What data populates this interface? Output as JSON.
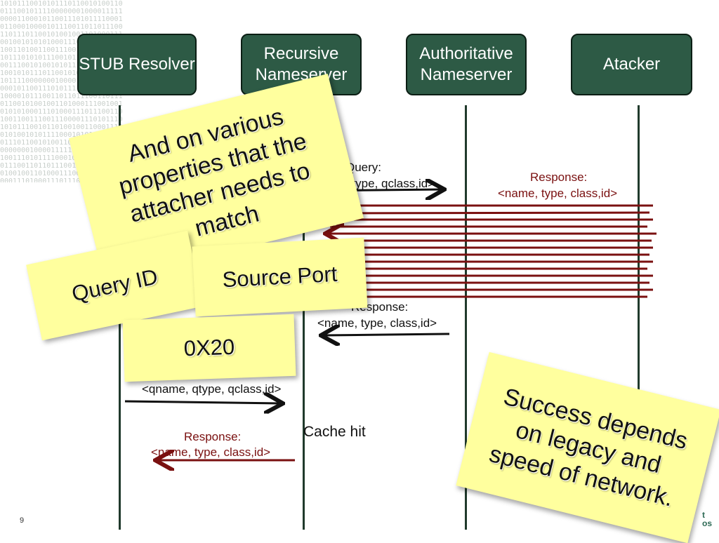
{
  "background_binary": "101011100101011101100101001100111001011110000000100001111100001100010110011101011110001011000100001011100110110111001101110110010100100110100011100100101010100011101000111011100110100110011100111000011101011101010111001011010010011000111001010010101111000101011100101011101100101001100111001011110000000100001111100001100010110011101011110001011000100001011100110110111001101110110010100100110100011100100101010100011101000111011100110100110011100111000011101011101010111001011010010011000111001010010101111000101011100101011101100101001100111001011110000000100001111100001100010110011101011110001011000100001011100110110111001101110110010100100110100011100100101010100011101000111011100110100110011100111000011101011101010111001011010010011000111001010010101111000101011100101011101100101001100111001011110000000100001111100001100010110011101011110001011000100001011100110110111001101110110010100100110100011100100101010100011101000111011100110100110011100111000011101011101010111001011010010011000111001010010101111000",
  "actors": {
    "stub": "STUB Resolver",
    "recursive": "Recursive Nameserver",
    "authoritative": "Authoritative Nameserver",
    "attacker": "Atacker"
  },
  "messages": {
    "query_top_1": "Query:",
    "query_top_2": "qtype, qclass,id>",
    "attacker_response_1": "Response:",
    "attacker_response_2": "<name, type, class,id>",
    "auth_response_1": "Response:",
    "auth_response_2": "<name, type, class,id>",
    "stub_query": "<qname, qtype, qclass,id>",
    "cache_hit": "Cache hit",
    "stub_response_1": "Response:",
    "stub_response_2": "<name, type, class,id>"
  },
  "notes": {
    "properties": "And on various properties that the attacher needs to match",
    "query_id": "Query ID",
    "source_port": "Source Port",
    "ox20": "0X20",
    "success": "Success depends on legacy and speed of network."
  },
  "slide_number": "9",
  "colors": {
    "actor_fill": "#2d5a45",
    "spoof_red": "#7a1010",
    "note_yellow": "#ffff9e"
  }
}
